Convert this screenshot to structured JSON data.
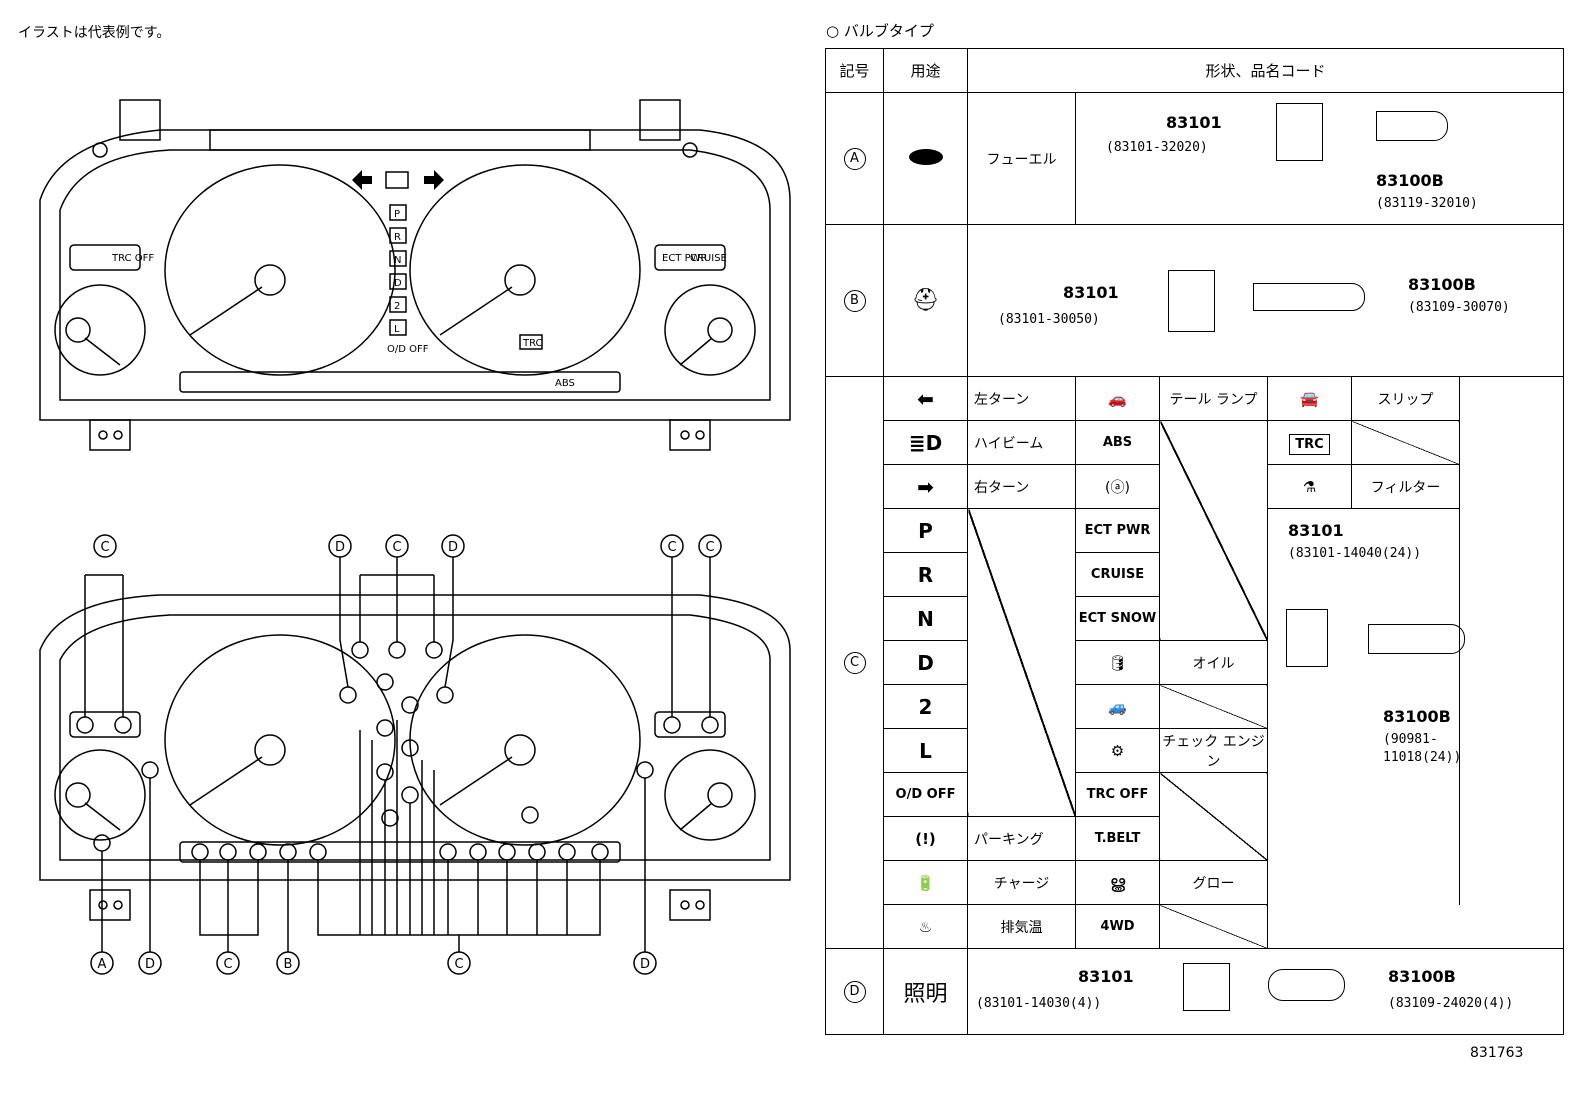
{
  "note": "イラストは代表例です。",
  "bulb_title": "○ バルブタイプ",
  "headers": {
    "symbol": "記号",
    "use": "用途",
    "shape": "形状、品名コード"
  },
  "rowA": {
    "id": "A",
    "use": "フューエル",
    "socket": "83101",
    "socket_code": "(83101-32020)",
    "bulb": "83100B",
    "bulb_code": "(83119-32010)"
  },
  "rowB": {
    "id": "B",
    "socket": "83101",
    "socket_code": "(83101-30050)",
    "bulb": "83100B",
    "bulb_code": "(83109-30070)"
  },
  "rowC": {
    "id": "C",
    "col1_labels": [
      "左ターン",
      "ハイビーム",
      "右ターン",
      "パーキング",
      "チャージ",
      "排気温"
    ],
    "col1_syms": [
      "P",
      "R",
      "N",
      "D",
      "2",
      "L",
      "O/D OFF"
    ],
    "col2_syms": [
      "ABS",
      "ECT PWR",
      "CRUISE",
      "ECT SNOW",
      "TRC OFF",
      "T.BELT",
      "4WD"
    ],
    "col3_labels": [
      "テール ランプ",
      "オイル",
      "チェック エンジン",
      "グロー"
    ],
    "col4_labels": [
      "スリップ",
      "TRC",
      "フィルター"
    ],
    "socket": "83101",
    "socket_code": "(83101-14040(24))",
    "bulb": "83100B",
    "bulb_code": "(90981-11018(24))"
  },
  "rowD": {
    "id": "D",
    "use": "照明",
    "socket": "83101",
    "socket_code": "(83101-14030(4))",
    "bulb": "83100B",
    "bulb_code": "(83109-24020(4))"
  },
  "diagram_labels": {
    "top_left_trc": "TRC OFF",
    "top_ect": "ECT PWR",
    "top_cruise": "CRUISE",
    "top_trc": "TRC",
    "top_abs": "ABS",
    "gear": [
      "P",
      "R",
      "N",
      "D",
      "2",
      "L",
      "O/D OFF"
    ],
    "callouts_top": [
      "C",
      "D",
      "C",
      "D",
      "C",
      "C"
    ],
    "callouts_bottom": [
      "A",
      "D",
      "C",
      "B",
      "C",
      "D"
    ]
  },
  "ref": "831763"
}
